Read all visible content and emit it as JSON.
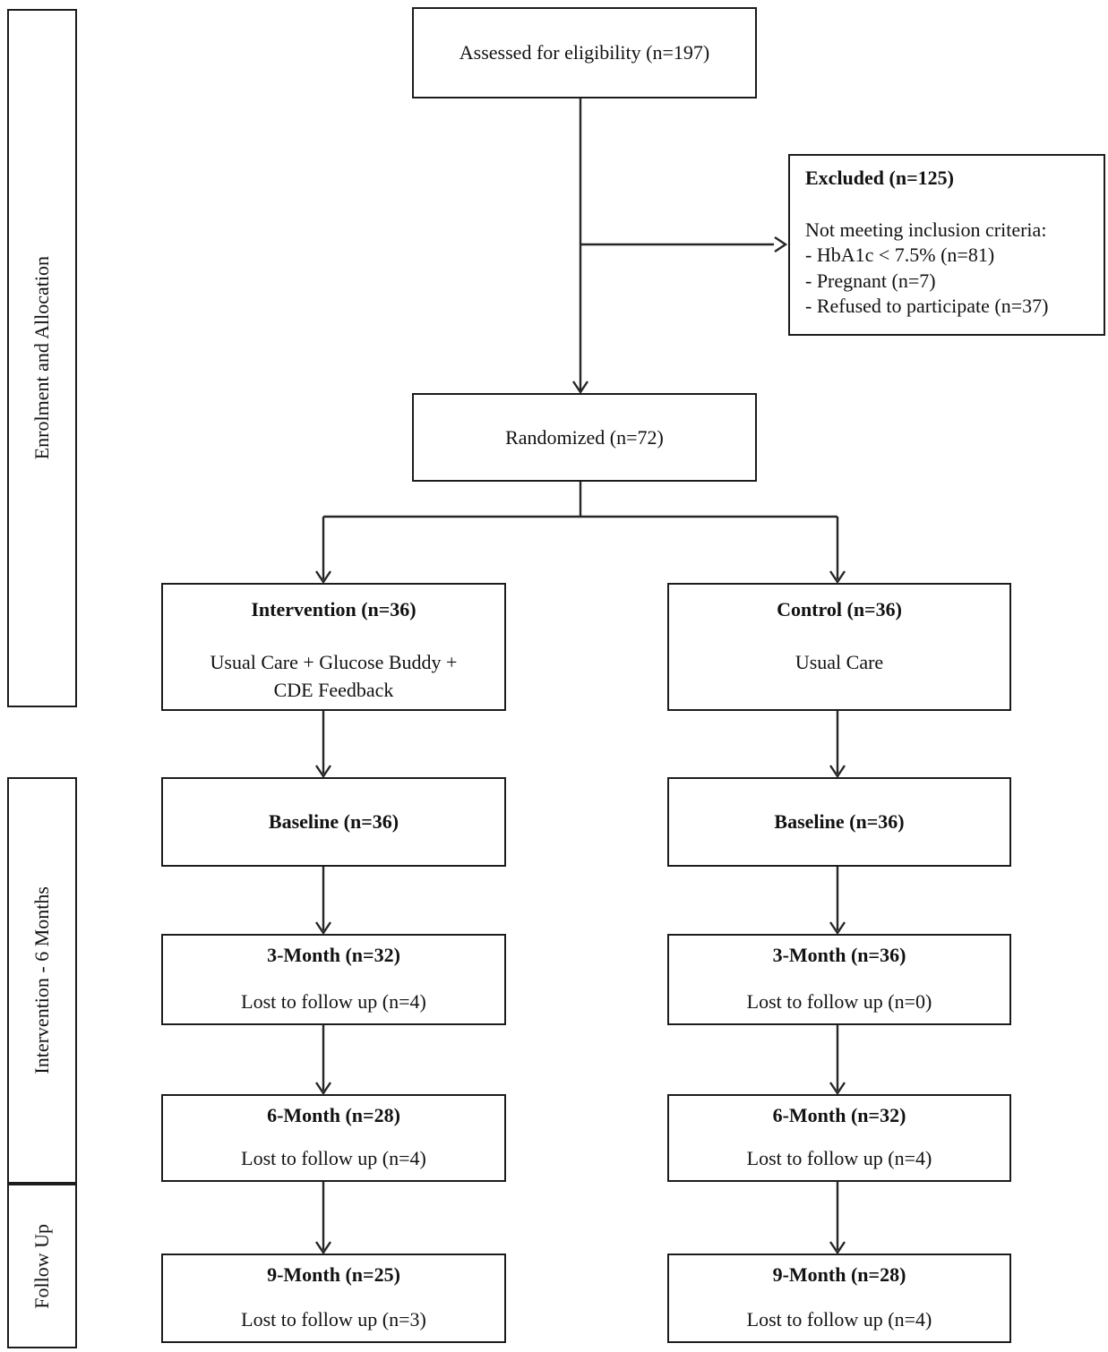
{
  "side_labels": {
    "enrolment": "Enrolment and Allocation",
    "intervention_6_months": "Intervention - 6 Months",
    "follow_up": "Follow Up"
  },
  "flow": {
    "assessed": {
      "label": "Assessed for eligibility (n=197)"
    },
    "excluded": {
      "title": "Excluded (n=125)",
      "reason_header": "Not meeting inclusion criteria:",
      "reasons": [
        "- HbA1c < 7.5% (n=81)",
        "- Pregnant (n=7)",
        "- Refused to participate (n=37)"
      ]
    },
    "randomized": {
      "label": "Randomized (n=72)"
    },
    "intervention_arm": {
      "allocation_title": "Intervention (n=36)",
      "allocation_description": "Usual Care + Glucose Buddy +\nCDE Feedback",
      "baseline": "Baseline (n=36)",
      "month3_title": "3-Month (n=32)",
      "month3_note": "Lost to follow up (n=4)",
      "month6_title": "6-Month (n=28)",
      "month6_note": "Lost to follow up (n=4)",
      "month9_title": "9-Month (n=25)",
      "month9_note": "Lost to follow up (n=3)"
    },
    "control_arm": {
      "allocation_title": "Control (n=36)",
      "allocation_description": "Usual Care",
      "baseline": "Baseline (n=36)",
      "month3_title": "3-Month (n=36)",
      "month3_note": "Lost to follow up (n=0)",
      "month6_title": "6-Month (n=32)",
      "month6_note": "Lost to follow up (n=4)",
      "month9_title": "9-Month (n=28)",
      "month9_note": "Lost to follow up (n=4)"
    }
  }
}
